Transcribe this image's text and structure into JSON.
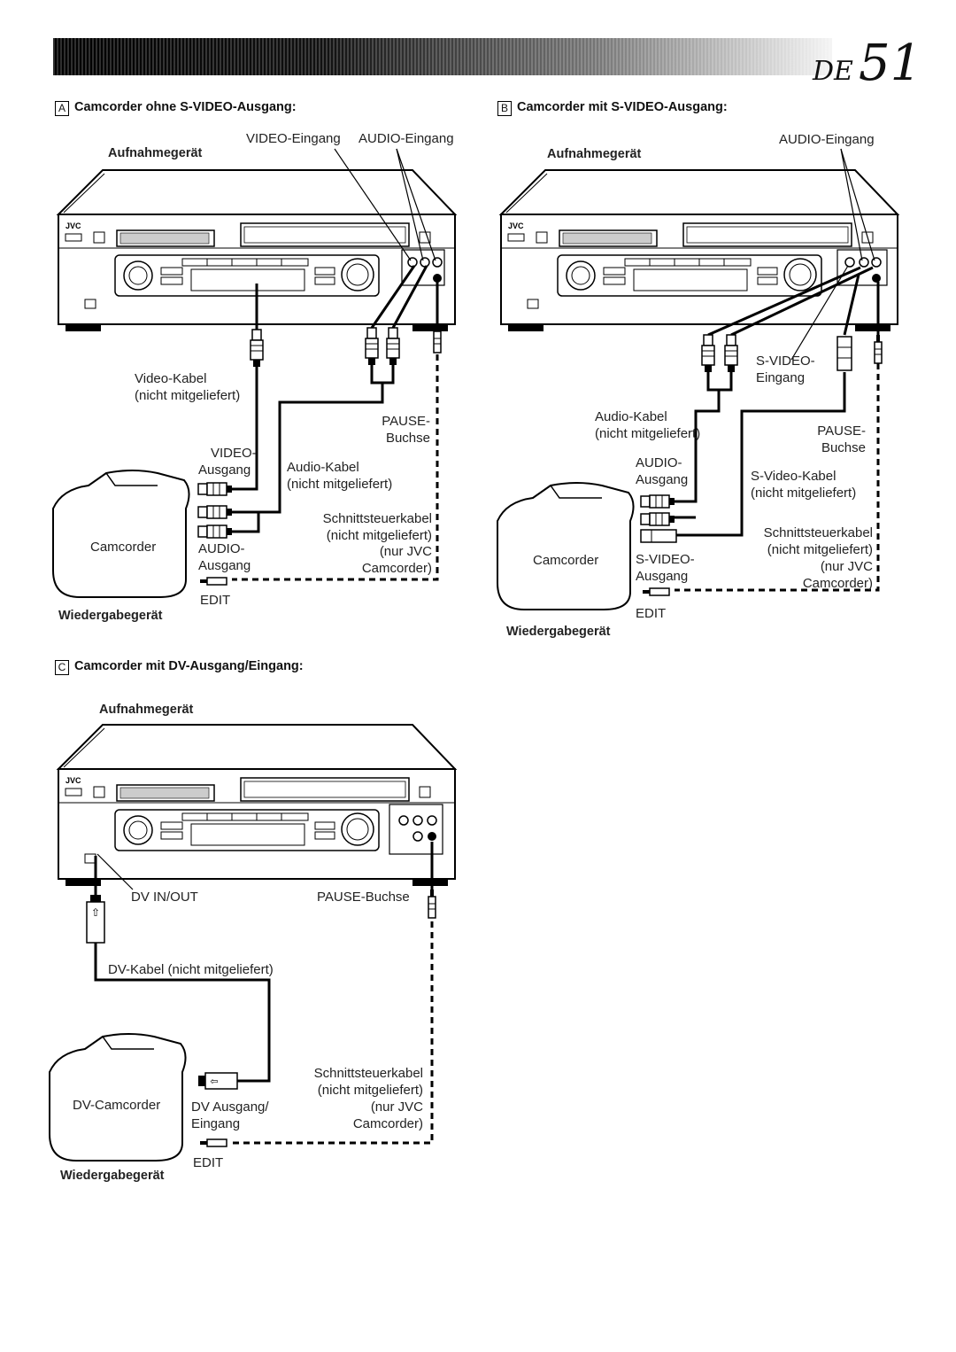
{
  "header": {
    "lang": "DE",
    "page_number": "51"
  },
  "section_a": {
    "letter": "A",
    "title": "Camcorder ohne S-VIDEO-Ausgang:",
    "recorder": "Aufnahmegerät",
    "player": "Wiedergabegerät",
    "video_in": "VIDEO-Eingang",
    "audio_in": "AUDIO-Eingang",
    "video_cable_1": "Video-Kabel",
    "video_cable_2": "(nicht mitgeliefert)",
    "pause_1": "PAUSE-",
    "pause_2": "Buchse",
    "video_out_1": "VIDEO-",
    "video_out_2": "Ausgang",
    "audio_cable_1": "Audio-Kabel",
    "audio_cable_2": "(nicht mitgeliefert)",
    "edit_cable_1": "Schnittsteuerkabel",
    "edit_cable_2": "(nicht mitgeliefert)",
    "edit_cable_3": "(nur JVC",
    "edit_cable_4": "Camcorder)",
    "camcorder": "Camcorder",
    "audio_out_1": "AUDIO-",
    "audio_out_2": "Ausgang",
    "edit": "EDIT"
  },
  "section_b": {
    "letter": "B",
    "title": "Camcorder mit S-VIDEO-Ausgang:",
    "recorder": "Aufnahmegerät",
    "player": "Wiedergabegerät",
    "audio_in": "AUDIO-Eingang",
    "svideo_in_1": "S-VIDEO-",
    "svideo_in_2": "Eingang",
    "audio_cable_1": "Audio-Kabel",
    "audio_cable_2": "(nicht mitgeliefert)",
    "pause_1": "PAUSE-",
    "pause_2": "Buchse",
    "audio_out_1": "AUDIO-",
    "audio_out_2": "Ausgang",
    "svideo_cable_1": "S-Video-Kabel",
    "svideo_cable_2": "(nicht mitgeliefert)",
    "edit_cable_1": "Schnittsteuerkabel",
    "edit_cable_2": "(nicht mitgeliefert)",
    "edit_cable_3": "(nur JVC",
    "edit_cable_4": "Camcorder)",
    "camcorder": "Camcorder",
    "svideo_out_1": "S-VIDEO-",
    "svideo_out_2": "Ausgang",
    "edit": "EDIT"
  },
  "section_c": {
    "letter": "C",
    "title": "Camcorder mit DV-Ausgang/Eingang:",
    "recorder": "Aufnahmegerät",
    "player": "Wiedergabegerät",
    "dv_inout": "DV IN/OUT",
    "pause": "PAUSE-Buchse",
    "dv_cable": "DV-Kabel (nicht mitgeliefert)",
    "edit_cable_1": "Schnittsteuerkabel",
    "edit_cable_2": "(nicht mitgeliefert)",
    "edit_cable_3": "(nur JVC",
    "edit_cable_4": "Camcorder)",
    "camcorder": "DV-Camcorder",
    "dv_out_1": "DV Ausgang/",
    "dv_out_2": "Eingang",
    "edit": "EDIT"
  },
  "device": {
    "brand": "JVC"
  }
}
